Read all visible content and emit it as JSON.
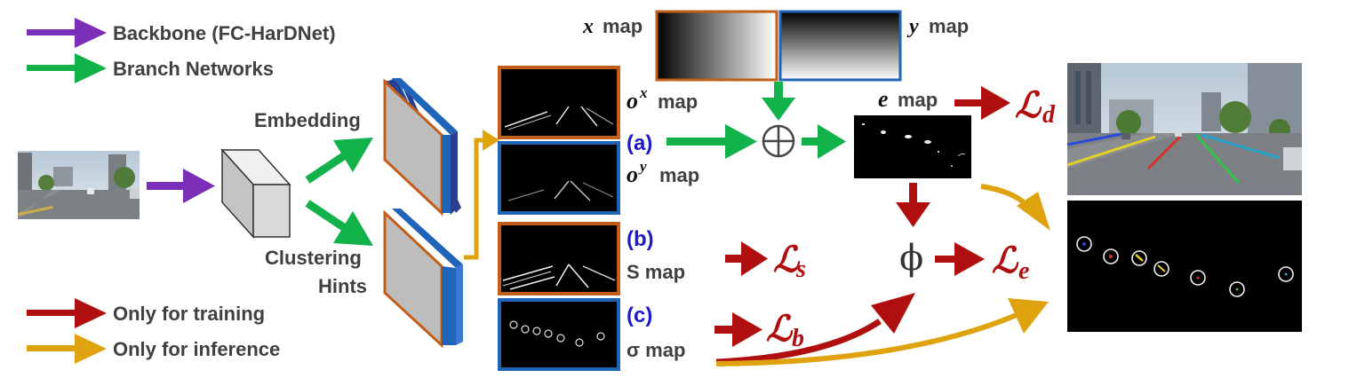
{
  "legend": {
    "backbone": "Backbone (FC-HarDNet)",
    "branch": "Branch Networks",
    "training": "Only for training",
    "inference": "Only for inference"
  },
  "labels": {
    "embedding": "Embedding",
    "clustering_1": "Clustering",
    "clustering_2": "Hints",
    "a": "(a)",
    "b": "(b)",
    "c": "(c)",
    "x_sym": "x",
    "y_sym": "y",
    "e_sym": "e",
    "o_sym": "o",
    "ox_sup": "x",
    "oy_sup": "y",
    "map_word": "map",
    "s_map": "S map",
    "sigma_map": "σ map",
    "plus": "⊕",
    "phi": "ϕ",
    "loss_L": "ℒ",
    "loss_d": "d",
    "loss_s": "s",
    "loss_e": "e",
    "loss_b": "b"
  },
  "colors": {
    "purple": "#7b2fb8",
    "green": "#12b24a",
    "red": "#b00f0f",
    "gold": "#dfa30f",
    "orange": "#c25e1a",
    "blue": "#1f64b8"
  }
}
